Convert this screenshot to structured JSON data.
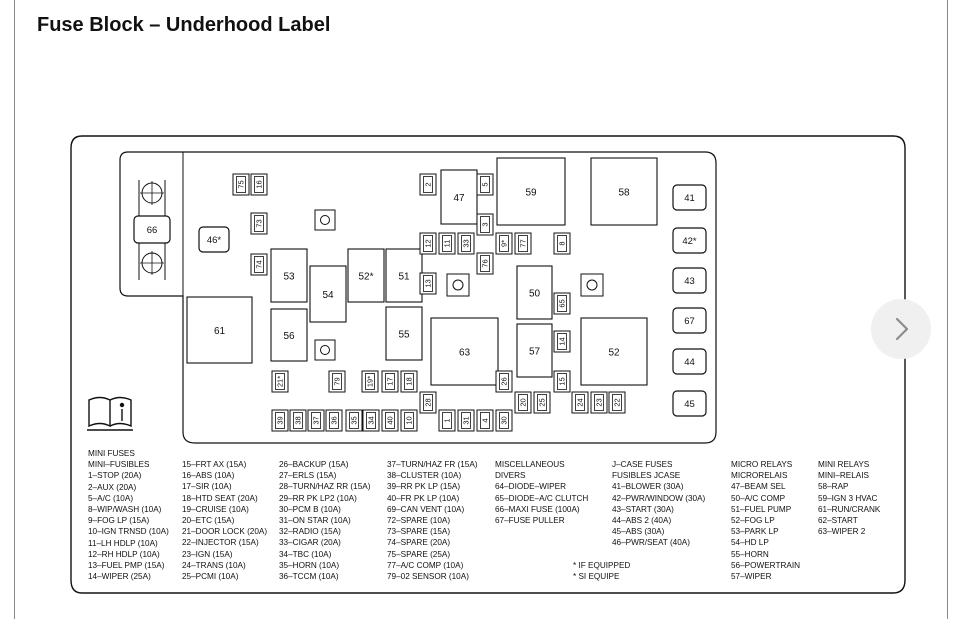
{
  "title": "Fuse Block – Underhood Label",
  "diagram": {
    "large_boxes": [
      "61",
      "53",
      "54",
      "52*",
      "51",
      "56",
      "55",
      "47",
      "59",
      "58",
      "50",
      "57",
      "63",
      "52"
    ],
    "small_boxes": [
      "66",
      "46*",
      "41",
      "42*",
      "43",
      "67",
      "44",
      "45"
    ],
    "fuses": [
      "75",
      "16",
      "73",
      "74",
      "2",
      "12",
      "11",
      "33",
      "3",
      "5",
      "9*",
      "77",
      "8",
      "76",
      "13",
      "65",
      "14",
      "15",
      "21*",
      "79",
      "19*",
      "17",
      "18",
      "26",
      "28",
      "25",
      "24",
      "22",
      "23",
      "20",
      "39",
      "38",
      "37",
      "36",
      "35",
      "34",
      "40",
      "10",
      "1",
      "31",
      "4",
      "30"
    ]
  },
  "legend": {
    "col1": [
      "MINI FUSES",
      "MINI–FUSIBLES",
      "1–STOP (20A)",
      "2–AUX (20A)",
      "5–A/C (10A)",
      "8–WIP/WASH (10A)",
      "9–FOG LP (15A)",
      "10–IGN TRNSD (10A)",
      "11–LH HDLP (10A)",
      "12–RH HDLP (10A)",
      "13–FUEL PMP (15A)",
      "14–WIPER (25A)"
    ],
    "col2": [
      "15–FRT AX (15A)",
      "16–ABS (10A)",
      "17–SIR (10A)",
      "18–HTD SEAT (20A)",
      "19–CRUISE (10A)",
      "20–ETC (15A)",
      "21–DOOR LOCK (20A)",
      "22–INJECTOR (15A)",
      "23–IGN (15A)",
      "24–TRANS (10A)",
      "25–PCMI (10A)"
    ],
    "col3": [
      "26–BACKUP (15A)",
      "27–ERLS (15A)",
      "28–TURN/HAZ RR (15A)",
      "29–RR PK LP2 (10A)",
      "30–PCM B (10A)",
      "31–ON STAR (10A)",
      "32–RADIO (15A)",
      "33–CIGAR (20A)",
      "34–TBC (10A)",
      "35–HORN (10A)",
      "36–TCCM (10A)"
    ],
    "col4": [
      "37–TURN/HAZ FR (15A)",
      "38–CLUSTER (10A)",
      "39–RR PK LP (15A)",
      "40–FR PK LP (10A)",
      "69–CAN VENT (10A)",
      "72–SPARE (10A)",
      "73–SPARE (15A)",
      "74–SPARE (20A)",
      "75–SPARE (25A)",
      "77–A/C COMP (10A)",
      "79–02 SENSOR (10A)"
    ],
    "col5": [
      "MISCELLANEOUS",
      "DIVERS",
      "64–DIODE–WIPER",
      "65–DIODE–A/C CLUTCH",
      "66–MAXI FUSE (100A)",
      "67–FUSE PULLER"
    ],
    "col6": [
      "J–CASE FUSES",
      "FUSIBLES JCASE",
      "41–BLOWER (30A)",
      "42–PWR/WINDOW (30A)",
      "43–START (30A)",
      "44–ABS 2 (40A)",
      "45–ABS (30A)",
      "46–PWR/SEAT (40A)"
    ],
    "col7": [
      "MICRO RELAYS",
      "MICRORELAIS",
      "47–BEAM SEL",
      "50–A/C COMP",
      "51–FUEL PUMP",
      "52–FOG LP",
      "53–PARK LP",
      "54–HD LP",
      "55–HORN",
      "56–POWERTRAIN",
      "57–WIPER"
    ],
    "col8": [
      "MINI RELAYS",
      "MINI–RELAIS",
      "58–RAP",
      "59–IGN 3 HVAC",
      "61–RUN/CRANK",
      "62–START",
      "63–WIPER 2"
    ],
    "notes": [
      "* IF EQUIPPED",
      "* SI EQUIPE"
    ]
  },
  "nav": {
    "next_symbol": "›"
  }
}
